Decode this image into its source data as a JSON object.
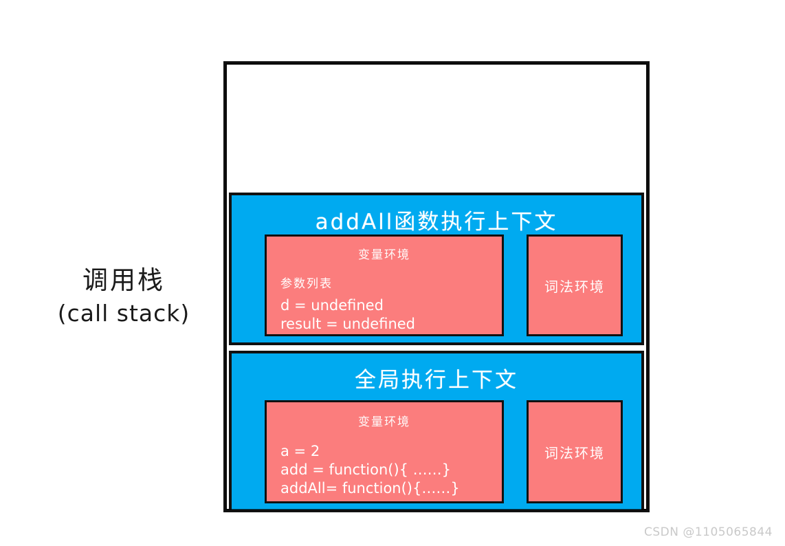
{
  "diagram": {
    "caption": {
      "title_cn": "调用栈",
      "title_en": "(call stack)"
    },
    "stack": {
      "empty_slot_label": "",
      "frames": [
        {
          "id": "addall",
          "title": "addAll函数执行上下文",
          "variable_environment": {
            "heading": "变量环境",
            "lines": [
              "参数列表",
              "d = undefined",
              "result = undefined"
            ]
          },
          "lexical_environment": {
            "label": "词法环境"
          }
        },
        {
          "id": "global",
          "title": "全局执行上下文",
          "variable_environment": {
            "heading": "变量环境",
            "lines": [
              "a = 2",
              "add = function(){ ……}",
              "addAll= function(){……}"
            ]
          },
          "lexical_environment": {
            "label": "词法环境"
          }
        }
      ]
    },
    "watermark": "CSDN @1105065844",
    "colors": {
      "execution_context": "#00AAF0",
      "environment_box": "#FB7D7D",
      "outline": "#111111",
      "text_on_fill": "#FFFFFF",
      "caption_text": "#1A1A1A",
      "watermark_text": "#C9C9C9",
      "background": "#FFFFFF"
    }
  }
}
